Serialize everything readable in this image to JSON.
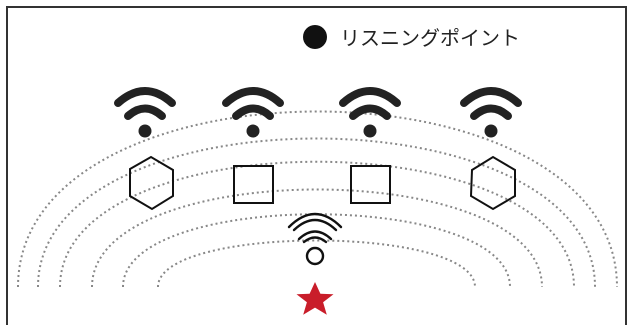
{
  "legend": {
    "listening_point_label": "リスニングポイント",
    "listening_point_icon": "filled-circle",
    "source_icon": "star"
  },
  "nodes": [
    {
      "name": "wifi-node-1",
      "icon": "wifi-icon",
      "shape": "hexagon"
    },
    {
      "name": "wifi-node-2",
      "icon": "wifi-icon",
      "shape": "square"
    },
    {
      "name": "wifi-node-3",
      "icon": "wifi-icon",
      "shape": "square"
    },
    {
      "name": "wifi-node-4",
      "icon": "wifi-icon",
      "shape": "hexagon"
    }
  ],
  "center_icon": "wifi-outline-icon",
  "colors": {
    "line": "#111111",
    "dotted": "#888888",
    "icon": "#222222",
    "star": "#c91d2a",
    "frame": "#333333"
  }
}
